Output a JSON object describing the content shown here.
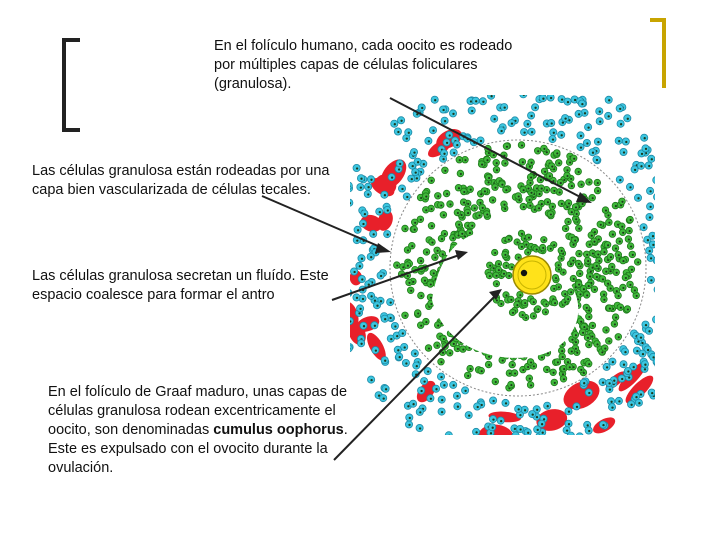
{
  "slide": {
    "text1": "En el folículo humano, cada oocito es rodeado por múltiples capas de células foliculares (granulosa).",
    "text2": "Las células granulosa están rodeadas por una capa bien vascularizada de células tecales.",
    "text3": "Las células granulosa secretan un fluído. Este espacio coalesce para formar el antro",
    "text4_prefix": "En el folículo de Graaf maduro,  unas capas de células granulosa rodean excentricamente el oocito, son denominadas ",
    "text4_bold": "cumulus oophorus",
    "text4_suffix": ". Este es expulsado con el ovocito durante la ovulación."
  },
  "colors": {
    "bracket_left": "#222222",
    "bracket_right": "#c8a400",
    "theca_red": "#e8202a",
    "granulosa_green": "#3fb83a",
    "theca_cyan": "#3cc6e0",
    "oocyte_yellow": "#ffe21a",
    "arrow": "#222222"
  }
}
